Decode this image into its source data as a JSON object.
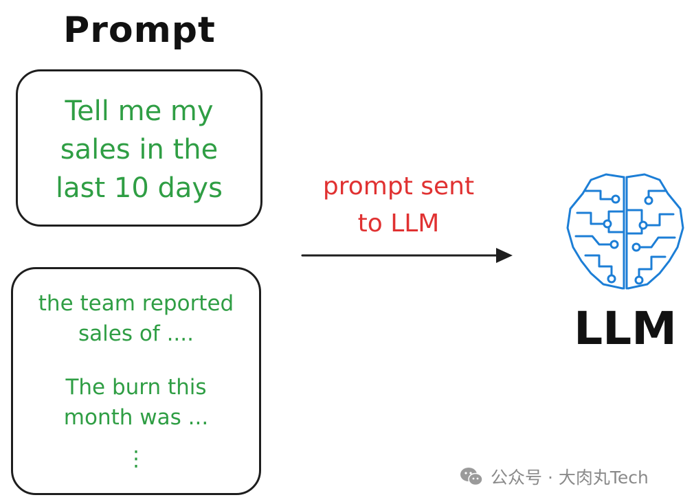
{
  "title": "Prompt",
  "prompt_box": {
    "lines": [
      "Tell me my",
      "sales in the",
      "last 10 days"
    ]
  },
  "context_box": {
    "lines": [
      "the team reported",
      "sales of ....",
      "The burn this",
      "month was ...",
      "⋮"
    ]
  },
  "arrow_label": {
    "lines": [
      "prompt sent",
      "to LLM"
    ]
  },
  "llm": {
    "label": "LLM",
    "icon": "brain-circuit-icon"
  },
  "watermark": {
    "text": "公众号 · 大肉丸Tech",
    "icon": "wechat-icon"
  },
  "colors": {
    "green": "#2f9e44",
    "red": "#e03131",
    "blue": "#1c7ed6",
    "ink": "#1e1e1e"
  }
}
